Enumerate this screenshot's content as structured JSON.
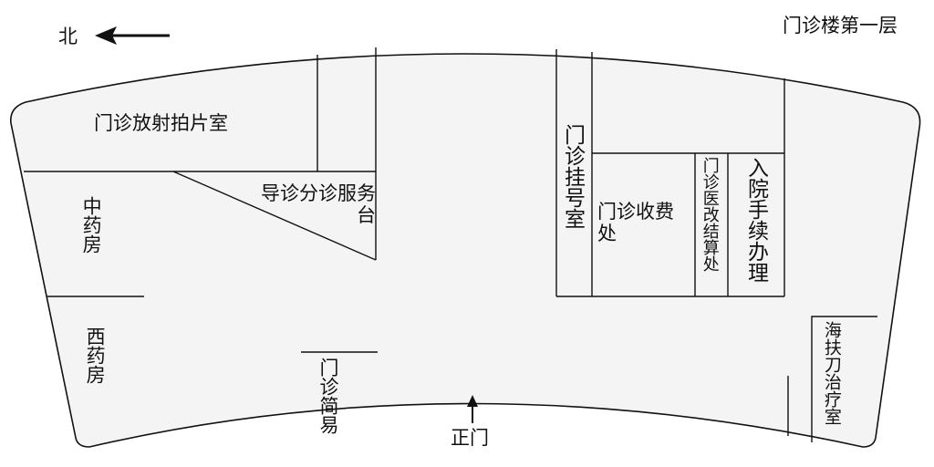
{
  "floor_title": "门诊楼第一层",
  "north_label": "北",
  "main_gate_label": "正门",
  "rooms": {
    "radiology": "门诊放射拍片室",
    "guide_service": "导诊分诊服务台",
    "chinese_pharmacy": "中药房",
    "western_pharmacy": "西药房",
    "simple_clinic": "门诊简易",
    "registration": "门诊挂号室",
    "cashier": "门诊收费处",
    "medical_reform_settlement": "门诊医改结算处",
    "admission": "入院手续办理",
    "hainan_surgery": "海扶刀治疗室"
  },
  "colors": {
    "room_fill": "#f4f4f4",
    "line": "#111111",
    "background": "#ffffff"
  }
}
